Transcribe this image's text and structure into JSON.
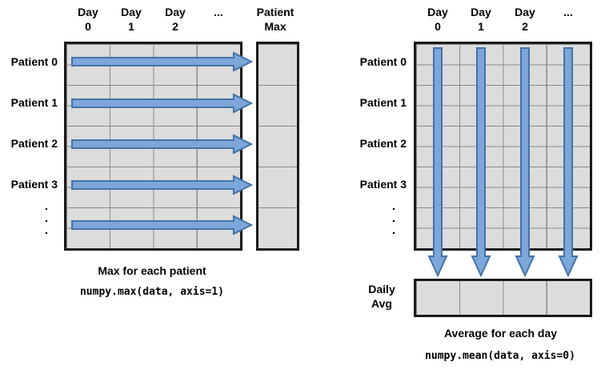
{
  "left": {
    "day_headers": [
      "Day\n0",
      "Day\n1",
      "Day\n2",
      "..."
    ],
    "row_labels": [
      "Patient 0",
      "Patient 1",
      "Patient 2",
      "Patient 3"
    ],
    "dots": ".\n.\n.",
    "result_header": "Patient\nMax",
    "caption": "Max for each patient",
    "code": "numpy.max(data, axis=1)"
  },
  "right": {
    "day_headers": [
      "Day\n0",
      "Day\n1",
      "Day\n2",
      "..."
    ],
    "row_labels": [
      "Patient 0",
      "Patient 1",
      "Patient 2",
      "Patient 3"
    ],
    "dots": ".\n.\n.",
    "result_label": "Daily\nAvg",
    "caption": "Average for each day",
    "code": "numpy.mean(data, axis=0)"
  },
  "colors": {
    "cell_fill": "#dcdcdc",
    "grid_line": "#8a8a8a",
    "grid_border": "#1a1a1a",
    "arrow_fill": "#7da7d9",
    "arrow_stroke": "#4472a8"
  }
}
